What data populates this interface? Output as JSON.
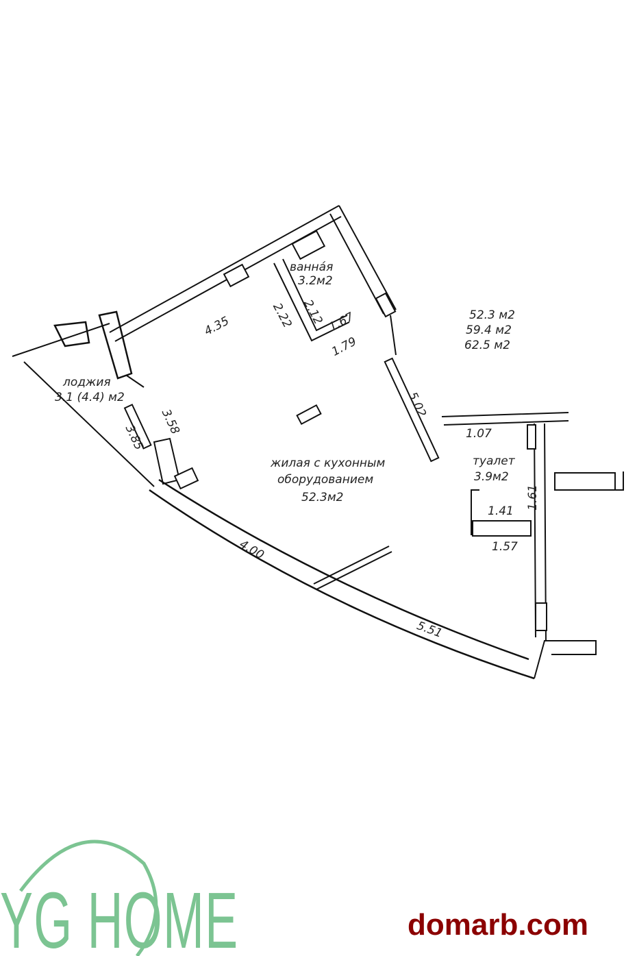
{
  "plan": {
    "rooms": {
      "bathroom": {
        "name": "ваннáя",
        "area": "3.2м2"
      },
      "loggia": {
        "name": "лоджия",
        "area": "3.1 (4.4) м2"
      },
      "living": {
        "name_line1": "жилая с кухонным",
        "name_line2": "оборудованием",
        "area": "52.3м2"
      },
      "toilet": {
        "name": "туалет",
        "area": "3.9м2"
      }
    },
    "totals": [
      "52.3 м2",
      "59.4 м2",
      "62.5 м2"
    ],
    "dimensions": {
      "d435": "4.35",
      "d222": "2.22",
      "d212": "2.12",
      "d167": "1.67",
      "d179": "1.79",
      "d358": "3.58",
      "d385": "3.85",
      "d502": "5.02",
      "d107": "1.07",
      "d161": "1.61",
      "d141": "1.41",
      "d157": "1.57",
      "d400": "4.00",
      "d551": "5.51"
    }
  },
  "watermarks": {
    "logo": "YG HOME",
    "site": "domarb.com"
  },
  "colors": {
    "logo": "#7cc492",
    "site": "#8b0000",
    "line": "#111111"
  }
}
